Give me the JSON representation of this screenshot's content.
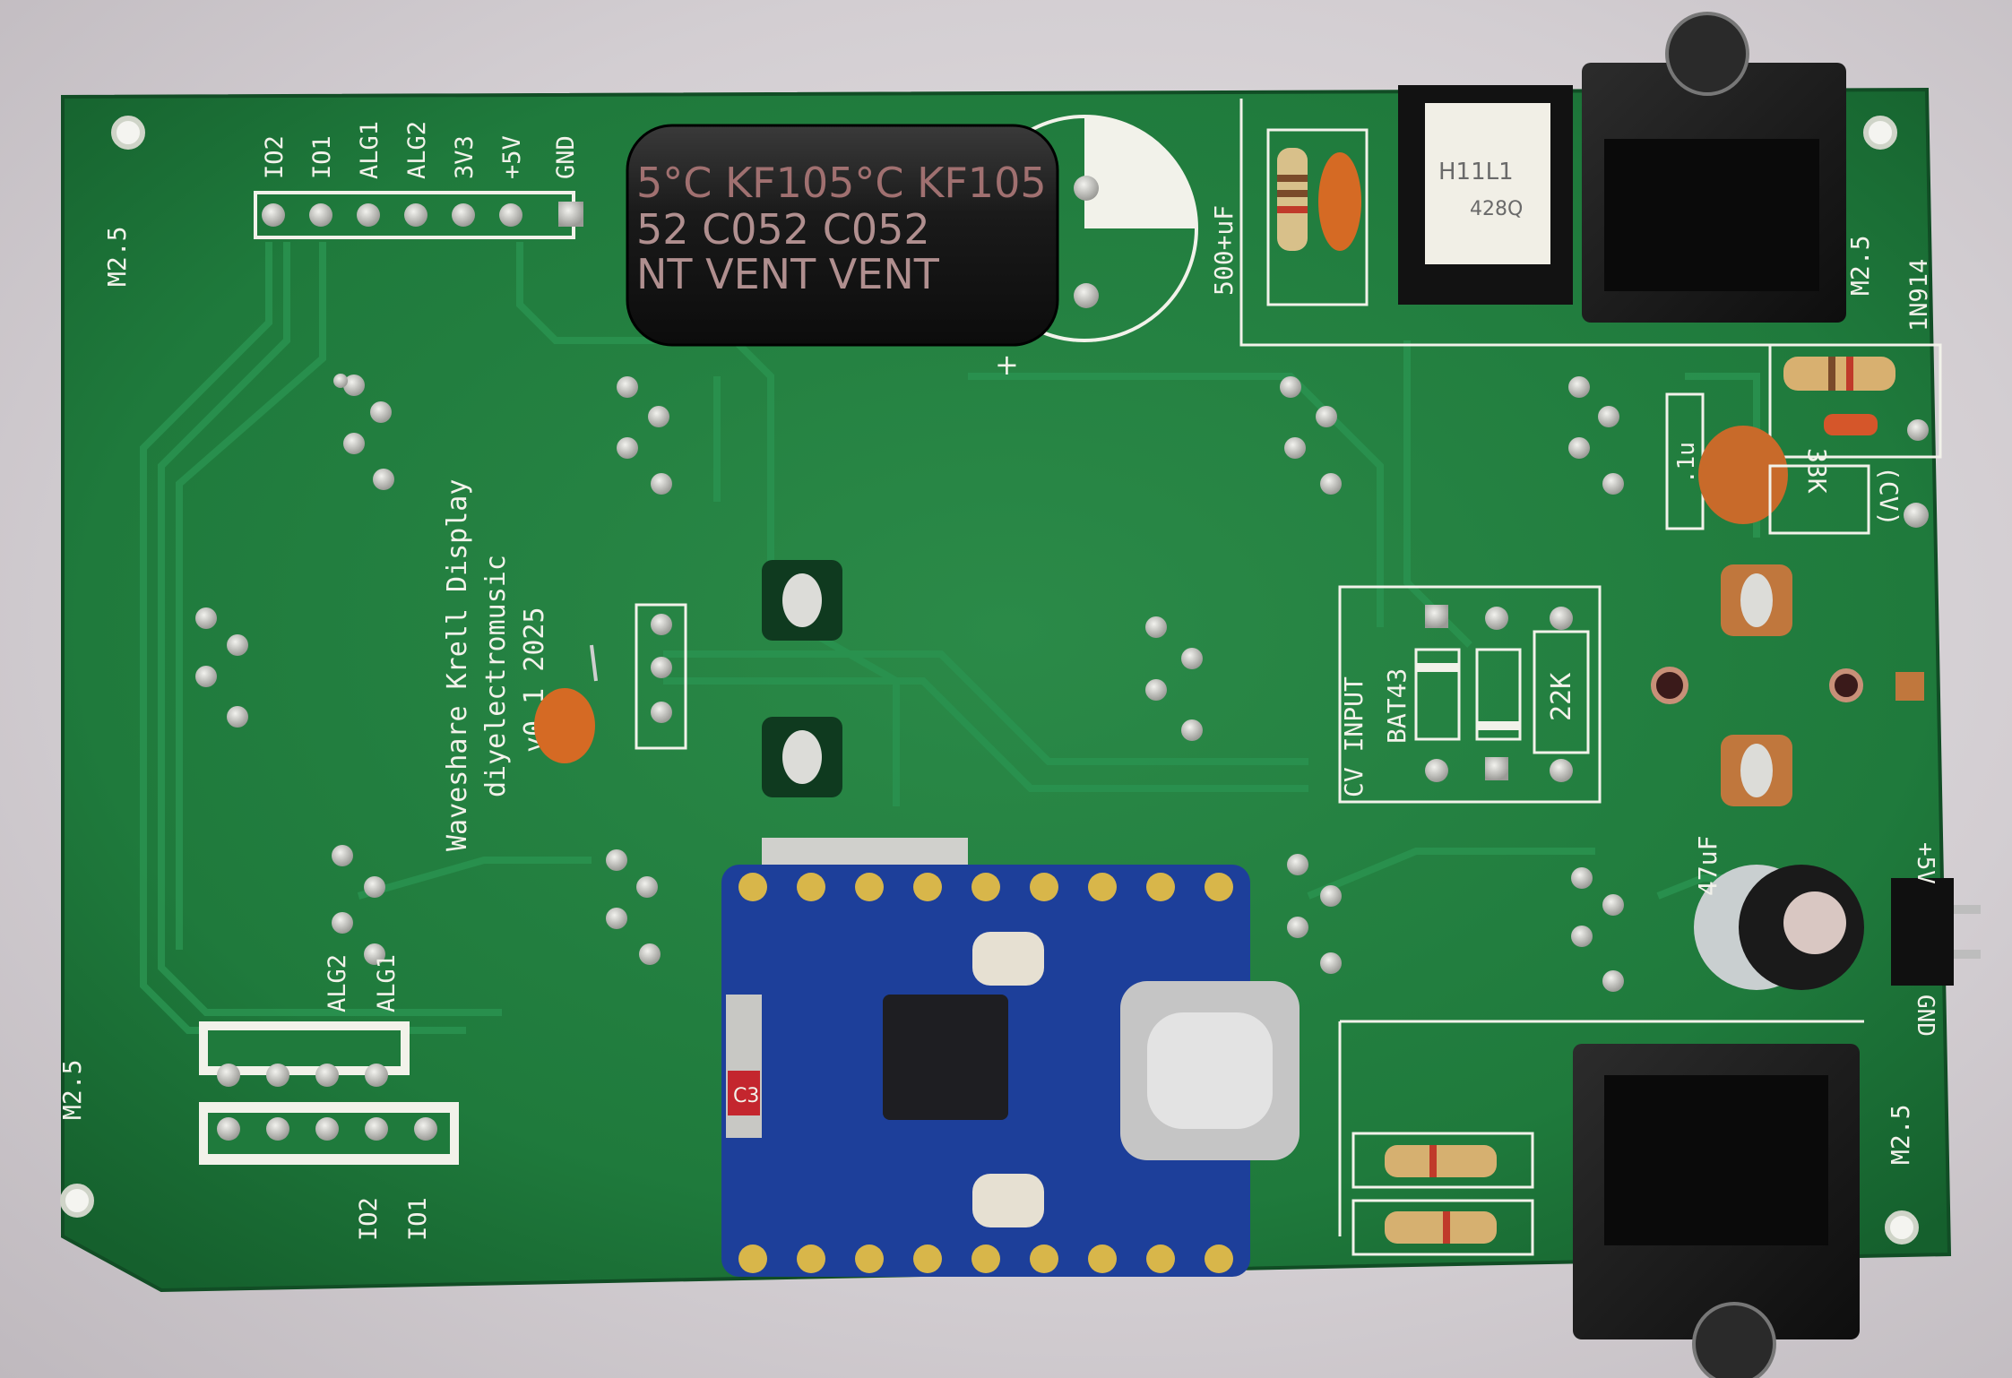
{
  "board": {
    "title_line1": "Waveshare Krell Display",
    "title_line2": "diyelectromusic",
    "title_line3": "v0.1 2025",
    "mount_label": "M2.5",
    "header_top_labels": [
      "IO2",
      "IO1",
      "ALG1",
      "ALG2",
      "3V3",
      "+5V",
      "GND"
    ],
    "header_left_labels": [
      "ALG2",
      "ALG1"
    ],
    "header_left_bottom_labels": [
      "IO2",
      "IO1"
    ],
    "cap_big_label": "500+uF",
    "cap_big_text_a": "5°C KF105°C KF105",
    "cap_big_text_b": "52  C052  C052",
    "cap_big_text_c": "NT  VENT  VENT",
    "opto_text_a": "H11L1",
    "opto_text_b": "428Q",
    "diode_label": "1N914",
    "cap_small_label": ".1u",
    "res_label_33k": "33K",
    "cv_label": "(CV)",
    "cv_input_label": "CV INPUT",
    "diode2_label": "BAT43",
    "res_label_22k": "22K",
    "cap_47_label": "47uF",
    "power_plus_label": "+5V",
    "power_gnd_label": "GND",
    "mcu_chip_label": "C3",
    "colors": {
      "pcb": "#1f7a3c",
      "silkscreen": "#f2f2ea",
      "copper_pad": "#c9c9c4",
      "mcu_board": "#1d3f9a"
    }
  }
}
